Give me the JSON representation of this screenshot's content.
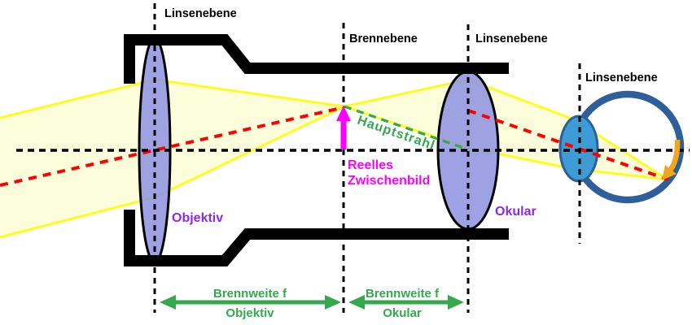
{
  "diagram": {
    "title_none": "",
    "labels": {
      "lens_plane_objective": "Linsenebene",
      "focal_plane": "Brennebene",
      "lens_plane_ocular": "Linsenebene",
      "lens_plane_eye": "Linsenebene",
      "chief_ray": "Hauptstrahl",
      "real_image_line1": "Reelles",
      "real_image_line2": "Zwischenbild",
      "objective": "Objektiv",
      "ocular": "Okular"
    },
    "measurements": {
      "focal_length_objective_line1": "Brennweite f",
      "focal_length_objective_line2": "Objektiv",
      "focal_length_ocular_line1": "Brennweite f",
      "focal_length_ocular_line2": "Okular"
    },
    "colors": {
      "beam_fill": "#FCFDDA",
      "ray_yellow": "#FFFF00",
      "ray_red": "#FF0000",
      "ray_green": "#35A84C",
      "green_text": "#35A84C",
      "magenta": "#FF00FF",
      "purple_text": "#8A2BE2",
      "lens_fill": "#9195E0",
      "lens_outline": "#000000",
      "tube_black": "#000000",
      "axis_black": "#000000",
      "eye_outline": "#2E5F9A",
      "eye_lens_fill": "#3E9CD4",
      "retina_arrow": "#F2A71B",
      "label_black": "#000000"
    }
  }
}
